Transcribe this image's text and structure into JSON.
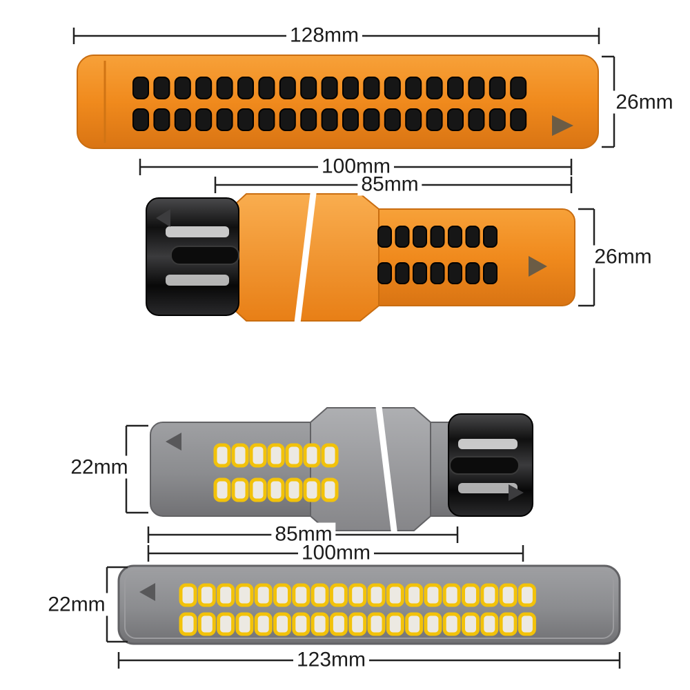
{
  "colors": {
    "orange": "#f08a1d",
    "orange_dark": "#d97413",
    "gray": "#8b8c8f",
    "gray_dark": "#717174",
    "yellow": "#f2c20a",
    "buckle_black": "#101010",
    "dimension_line": "#222222"
  },
  "dimensions": {
    "band1": {
      "width": "128mm",
      "height": "26mm"
    },
    "band2": {
      "outer": "100mm",
      "inner": "85mm",
      "height": "26mm"
    },
    "band3": {
      "height": "22mm",
      "inner": "85mm",
      "outer": "100mm"
    },
    "band4": {
      "height": "22mm",
      "width": "123mm"
    }
  },
  "holes": {
    "band1": {
      "rows": 2,
      "cols": 19
    },
    "band2": {
      "rows": 2,
      "cols": 7
    },
    "band3": {
      "rows": 2,
      "cols": 7
    },
    "band4": {
      "rows": 2,
      "cols": 19
    }
  }
}
